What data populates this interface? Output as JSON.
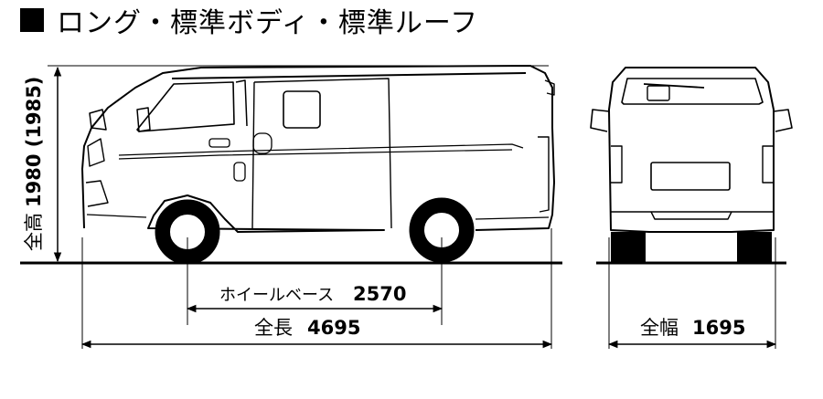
{
  "title": "ロング・標準ボディ・標準ルーフ",
  "dimensions": {
    "height_label": "全高",
    "height_value": "1980 (1985)",
    "wheelbase_label": "ホイールベース",
    "wheelbase_value": "2570",
    "length_label": "全長",
    "length_value": "4695",
    "width_label": "全幅",
    "width_value": "1695"
  }
}
